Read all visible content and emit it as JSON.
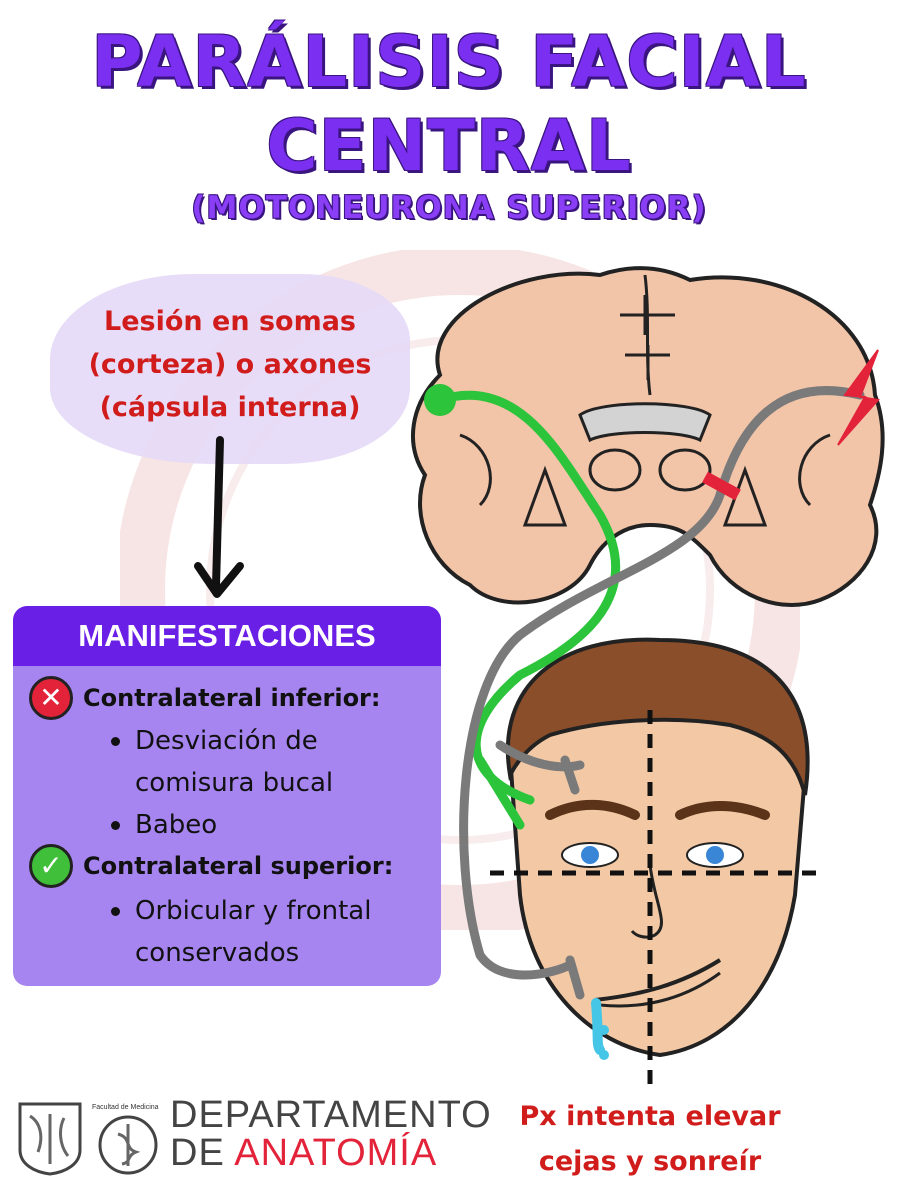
{
  "title": {
    "line1": "PARÁLISIS FACIAL",
    "line2": "CENTRAL",
    "subtitle": "(MOTONEURONA SUPERIOR)"
  },
  "lesion": {
    "line1": "Lesión en somas",
    "line2": "(corteza) o axones",
    "line3": "(cápsula interna)"
  },
  "manifestaciones": {
    "header": "MANIFESTACIONES",
    "inferior": {
      "icon": "red-x-icon",
      "label": "Contralateral inferior:",
      "items": [
        "Desviación de",
        "comisura bucal",
        "Babeo"
      ]
    },
    "superior": {
      "icon": "green-check-icon",
      "label": "Contralateral superior:",
      "items": [
        "Orbicular y frontal",
        "conservados"
      ]
    }
  },
  "caption": {
    "line1": "Px intenta elevar",
    "line2": "cejas y sonreír"
  },
  "footer": {
    "facultad": "Facultad de Medicina",
    "dept_line1": "DEPARTAMENTO",
    "dept_line2a": "DE ",
    "dept_line2b": "ANATOMÍA"
  },
  "colors": {
    "title": "#7b2ff0",
    "header_bg": "#6a1fe6",
    "card_bg": "#a685f0",
    "lesion_text": "#d11c1c",
    "brain": "#f2c4a8",
    "skin": "#f3c9a5",
    "hair": "#8a4f2a",
    "green_tract": "#2bc43a",
    "gray_tract": "#7a7a7a"
  }
}
